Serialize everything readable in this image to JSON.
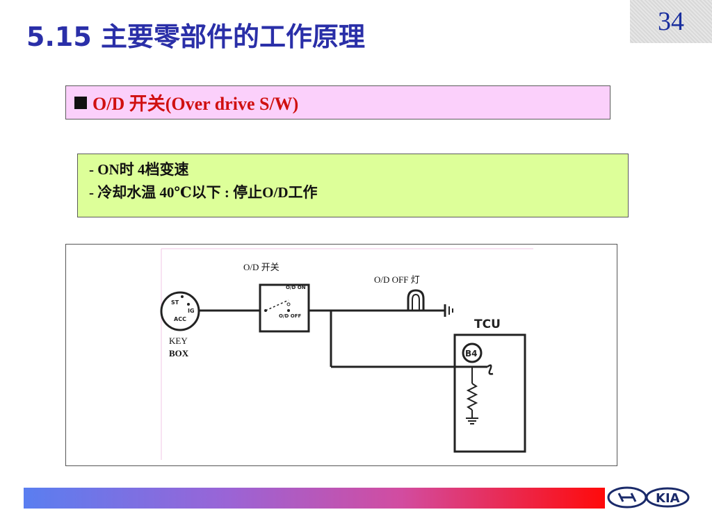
{
  "slide": {
    "title": "5.15 主要零部件的工作原理",
    "page_number": "34"
  },
  "section": {
    "heading": "O/D 开关(Over drive S/W)"
  },
  "notes": [
    "- ON时 4档变速",
    "- 冷却水温 40℃以下 : 停止O/D工作"
  ],
  "diagram": {
    "od_switch_label": "O/D 开关",
    "od_off_lamp_label": "O/D OFF 灯",
    "tcu_label": "TCU",
    "key_label": "KEY",
    "box_label": "BOX",
    "od_on_text": "O/D ON",
    "od_off_text": "O/D OFF",
    "terminal_label": "B4",
    "key_st": "ST",
    "key_ig": "IG",
    "key_acc": "ACC"
  },
  "footer": {
    "logo_text": "KIA",
    "bar_colors": [
      "#5a7ef0",
      "#9a64d6",
      "#d24ca0",
      "#ff0a0a"
    ]
  }
}
